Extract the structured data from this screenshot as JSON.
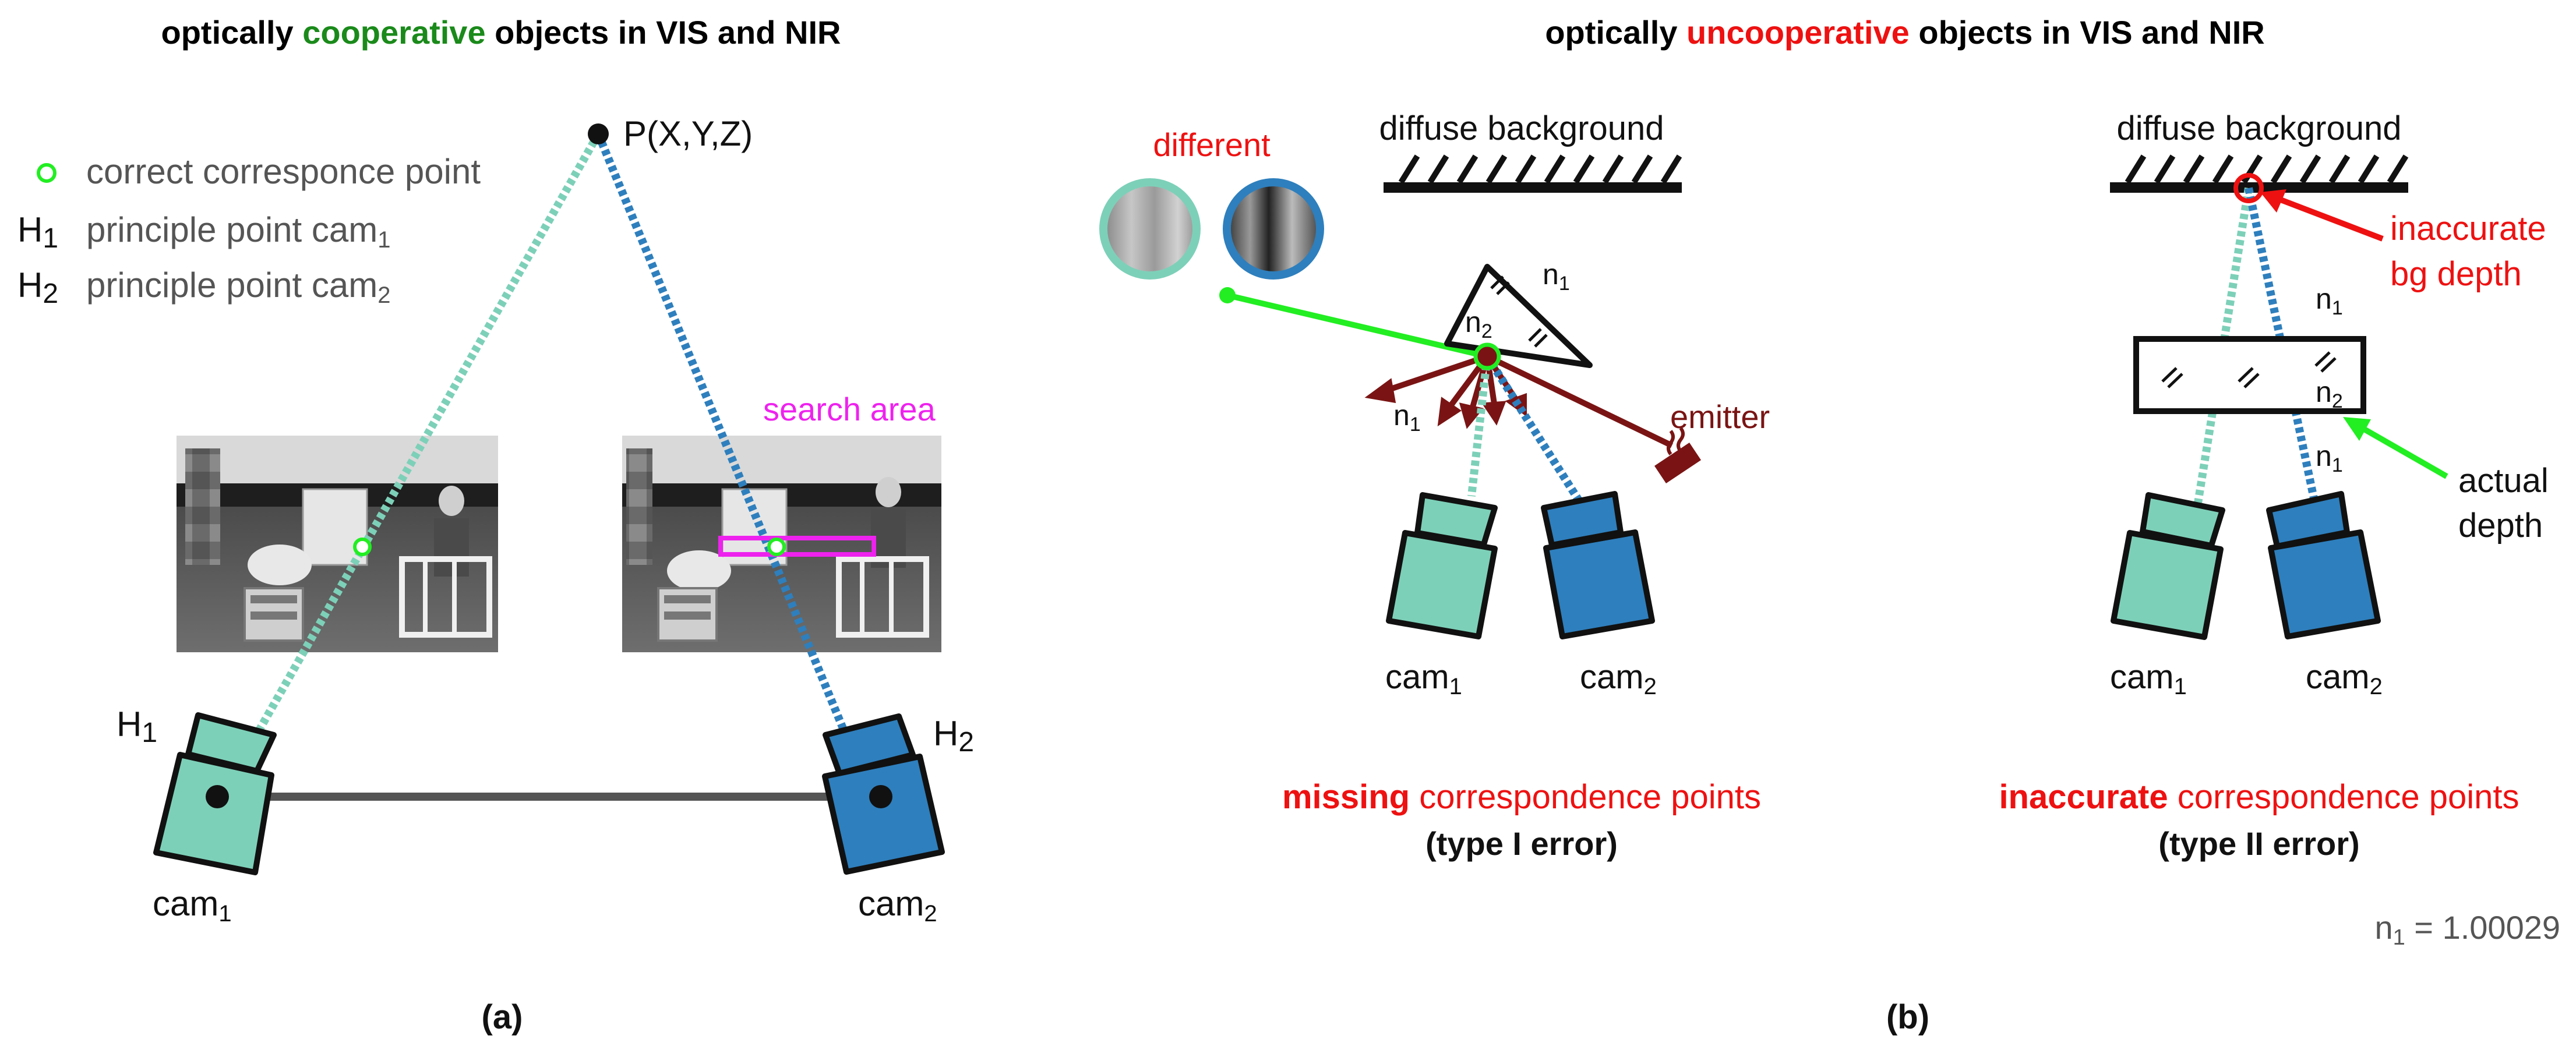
{
  "colors": {
    "cam1": "#7dd0b8",
    "cam2": "#2e7fbd",
    "green": "#22ee22",
    "cooperative": "#1a8a1a",
    "red": "#ee1111",
    "dark_red": "#7a1414",
    "magenta": "#ee22ee",
    "grey": "#555555"
  },
  "panel_a": {
    "title_pre": "optically ",
    "title_key": "cooperative",
    "title_post": " objects in VIS and NIR",
    "point_label": "P(X,Y,Z)",
    "legend": {
      "correspondence": "correct corresponce point",
      "h1_sym": "H",
      "h1_sub": "1",
      "h1_text": "principle point cam",
      "h1_text_sub": "1",
      "h2_sym": "H",
      "h2_sub": "2",
      "h2_text": "principle point cam",
      "h2_text_sub": "2"
    },
    "search_area": "search area",
    "h1_label": "H",
    "h1_label_sub": "1",
    "h2_label": "H",
    "h2_label_sub": "2",
    "cam1": "cam",
    "cam1_sub": "1",
    "cam2": "cam",
    "cam2_sub": "2",
    "caption": "(a)"
  },
  "panel_b": {
    "title_pre": "optically ",
    "title_key": "uncooperative",
    "title_post": " objects in VIS and NIR",
    "caption": "(b)",
    "note_sym": "n",
    "note_sub": "1",
    "note_val": " = 1.00029",
    "left": {
      "different": "different",
      "background": "diffuse background",
      "n1_top": "n",
      "n1_top_sub": "1",
      "n2": "n",
      "n2_sub": "2",
      "n1_bottom": "n",
      "n1_bottom_sub": "1",
      "emitter": "emitter",
      "cam1": "cam",
      "cam1_sub": "1",
      "cam2": "cam",
      "cam2_sub": "2",
      "error_key": "missing",
      "error_rest": " correspondence points",
      "error_type": "(type I error)"
    },
    "right": {
      "background": "diffuse background",
      "inaccurate_line1": "inaccurate",
      "inaccurate_line2": "bg depth",
      "n1_top": "n",
      "n1_top_sub": "1",
      "n2": "n",
      "n2_sub": "2",
      "n1_bottom": "n",
      "n1_bottom_sub": "1",
      "actual_line1": "actual",
      "actual_line2": "depth",
      "cam1": "cam",
      "cam1_sub": "1",
      "cam2": "cam",
      "cam2_sub": "2",
      "error_key": "inaccurate",
      "error_rest": " correspondence points",
      "error_type": "(type II error)"
    }
  }
}
